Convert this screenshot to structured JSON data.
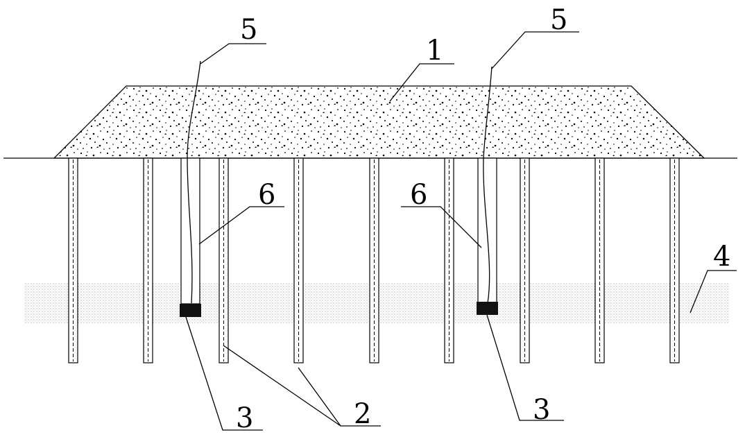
{
  "callouts": [
    {
      "id": "embankment",
      "text": "1"
    },
    {
      "id": "piles",
      "text": "2"
    },
    {
      "id": "sensor-left",
      "text": "3"
    },
    {
      "id": "sensor-right",
      "text": "3"
    },
    {
      "id": "layer",
      "text": "4"
    },
    {
      "id": "cable-left",
      "text": "5"
    },
    {
      "id": "cable-right",
      "text": "5"
    },
    {
      "id": "tube-left",
      "text": "6"
    },
    {
      "id": "tube-right",
      "text": "6"
    }
  ]
}
